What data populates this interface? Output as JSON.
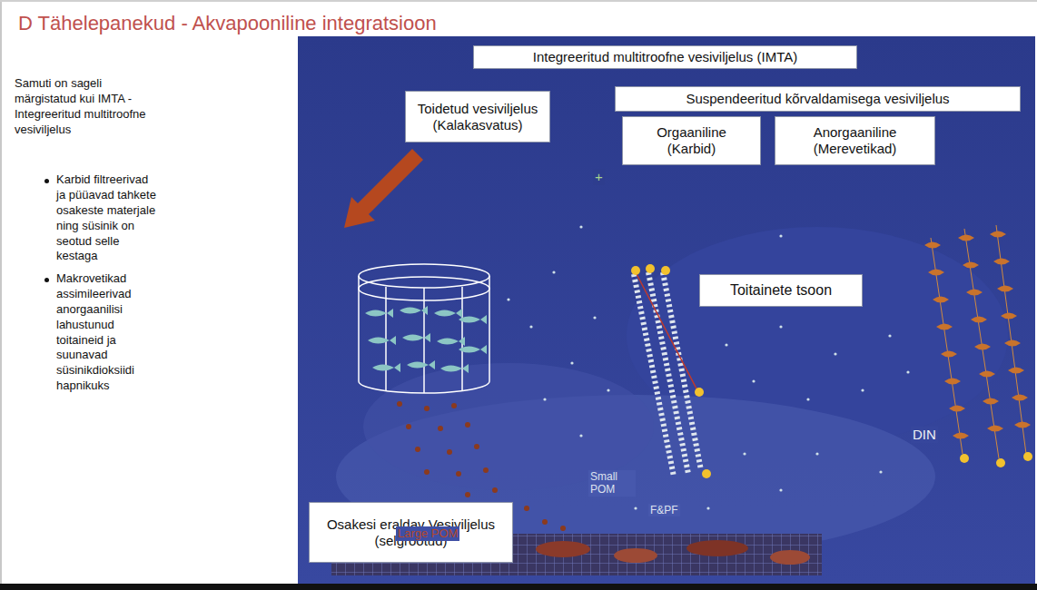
{
  "diagram": {
    "title": "D Tähelepanekud - Akvapooniline integratsioon",
    "nodes": [
      {
        "text": [
          "Integreeritud multitroofne vesiviljelus (IMTA)"
        ]
      },
      {
        "text": [
          "Toidetud vesiviljelus (Kalakasvatus)"
        ]
      },
      {
        "text": [
          "Suspendeeritud kõrvaldamisega vesiviljelus"
        ]
      },
      {
        "text": [
          "Orgaaniline (Karbid)"
        ]
      },
      {
        "text": [
          "Anorgaaniline (Merevetikad)"
        ]
      },
      {
        "text": [
          "Toitainete tsoon"
        ]
      },
      {
        "text": [
          "Osakesi eraldav Vesiviljelus (selgrootud)"
        ]
      }
    ],
    "labels": [
      "Samuti on sageli märgistatud kui IMTA - Integreeritud multitroofne vesiviljelus",
      "Karbid filtreerivad ja püüavad tahkete osakeste materjale ning süsinik on seotud selle kestaga",
      "Makrovetikad assimileerivad anorgaanilisi lahustunud toitaineid ja suunavad süsinikdioksiidi hapnikuks",
      "+",
      "Large POM",
      "Small POM",
      "F&PF",
      "DIN"
    ]
  }
}
